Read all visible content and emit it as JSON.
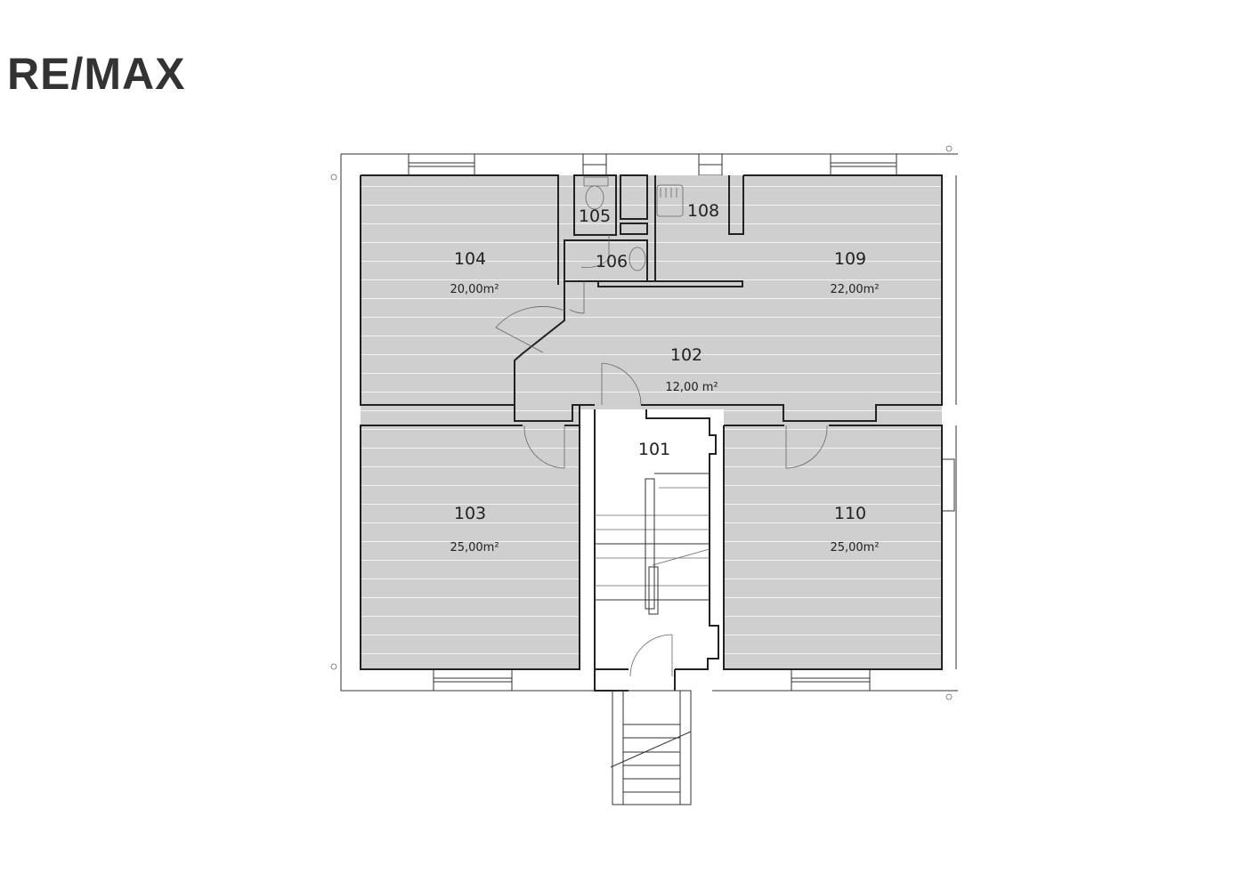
{
  "brand": {
    "logo_text": "RE/MAX"
  },
  "colors": {
    "room_fill": "#cfcfcf",
    "wall": "#222222",
    "logo": "#333333"
  },
  "rooms": {
    "r101": {
      "number": "101"
    },
    "r102": {
      "number": "102",
      "area": "12,00 m²"
    },
    "r103": {
      "number": "103",
      "area": "25,00m²"
    },
    "r104": {
      "number": "104",
      "area": "20,00m²"
    },
    "r105": {
      "number": "105"
    },
    "r106": {
      "number": "106"
    },
    "r108": {
      "number": "108"
    },
    "r109": {
      "number": "109",
      "area": "22,00m²"
    },
    "r110": {
      "number": "110",
      "area": "25,00m²"
    }
  }
}
